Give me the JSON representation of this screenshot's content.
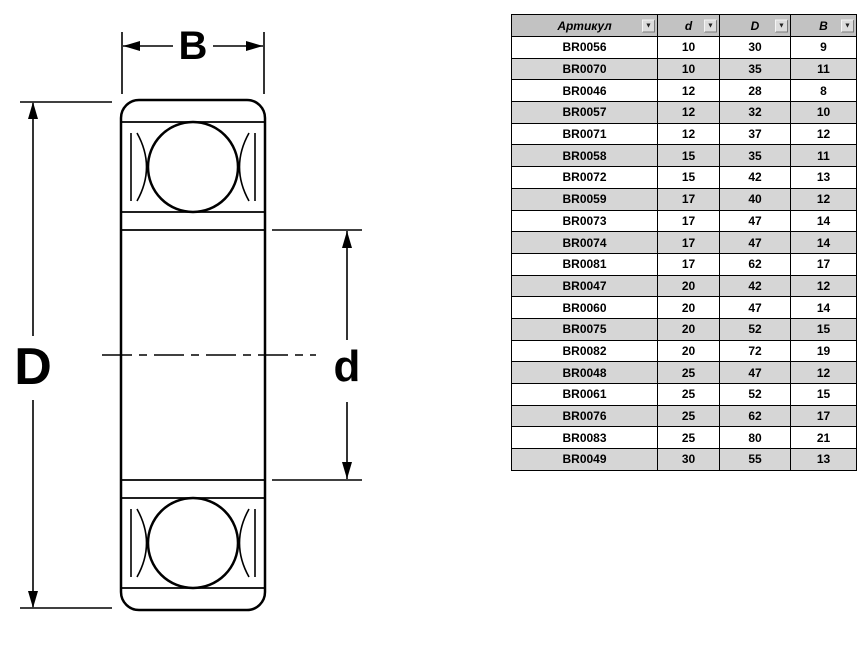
{
  "diagram": {
    "dim_width_label": "B",
    "dim_outer_diameter_label": "D",
    "dim_bore_diameter_label": "d"
  },
  "table": {
    "dropdown_icon": "▼",
    "headers": [
      {
        "label": "Артикул"
      },
      {
        "label": "d"
      },
      {
        "label": "D"
      },
      {
        "label": "B"
      }
    ],
    "rows": [
      {
        "article": "BR0056",
        "d": "10",
        "D": "30",
        "B": "9"
      },
      {
        "article": "BR0070",
        "d": "10",
        "D": "35",
        "B": "11"
      },
      {
        "article": "BR0046",
        "d": "12",
        "D": "28",
        "B": "8"
      },
      {
        "article": "BR0057",
        "d": "12",
        "D": "32",
        "B": "10"
      },
      {
        "article": "BR0071",
        "d": "12",
        "D": "37",
        "B": "12"
      },
      {
        "article": "BR0058",
        "d": "15",
        "D": "35",
        "B": "11"
      },
      {
        "article": "BR0072",
        "d": "15",
        "D": "42",
        "B": "13"
      },
      {
        "article": "BR0059",
        "d": "17",
        "D": "40",
        "B": "12"
      },
      {
        "article": "BR0073",
        "d": "17",
        "D": "47",
        "B": "14"
      },
      {
        "article": "BR0074",
        "d": "17",
        "D": "47",
        "B": "14"
      },
      {
        "article": "BR0081",
        "d": "17",
        "D": "62",
        "B": "17"
      },
      {
        "article": "BR0047",
        "d": "20",
        "D": "42",
        "B": "12"
      },
      {
        "article": "BR0060",
        "d": "20",
        "D": "47",
        "B": "14"
      },
      {
        "article": "BR0075",
        "d": "20",
        "D": "52",
        "B": "15"
      },
      {
        "article": "BR0082",
        "d": "20",
        "D": "72",
        "B": "19"
      },
      {
        "article": "BR0048",
        "d": "25",
        "D": "47",
        "B": "12"
      },
      {
        "article": "BR0061",
        "d": "25",
        "D": "52",
        "B": "15"
      },
      {
        "article": "BR0076",
        "d": "25",
        "D": "62",
        "B": "17"
      },
      {
        "article": "BR0083",
        "d": "25",
        "D": "80",
        "B": "21"
      },
      {
        "article": "BR0049",
        "d": "30",
        "D": "55",
        "B": "13"
      }
    ]
  }
}
